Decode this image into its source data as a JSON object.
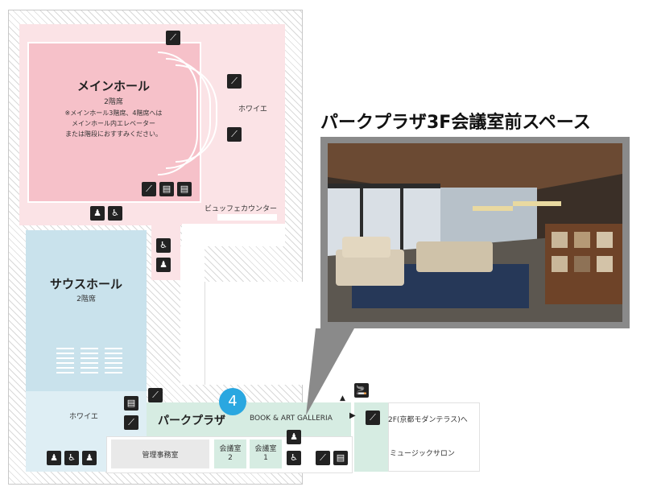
{
  "main_hall": {
    "title": "メインホール",
    "floor": "2階席",
    "note_lines": [
      "※メインホール3階席、4階席へは",
      "メインホール内エレベーター",
      "または階段におすすみください。"
    ]
  },
  "labels": {
    "foyer_upper": "ホワイエ",
    "buffet_counter": "ビュッフェカウンター",
    "foyer_lower": "ホワイエ",
    "office": "管理事務室",
    "meeting_room_2_line1": "会議室",
    "meeting_room_2_line2": "2",
    "meeting_room_1_line1": "会議室",
    "meeting_room_1_line2": "1",
    "park_plaza": "パークプラザ",
    "book_art": "BOOK & ART GALLERIA",
    "to_2f": "2F(京都モダンテラス)へ",
    "music_salon": "ミュージックサロン"
  },
  "south_hall": {
    "title": "サウスホール",
    "floor": "2階席"
  },
  "marker": {
    "number": "4"
  },
  "callout": {
    "title": "パークプラザ3F会議室前スペース"
  },
  "colors": {
    "pink_area": "#fbe3e6",
    "main_hall": "#f6c1c9",
    "south_hall": "#c9e2ec",
    "corridor": "#d6ece2",
    "marker": "#2aa7e0"
  },
  "icons": [
    "escalator-icon",
    "elevator-icon",
    "restroom-icon",
    "accessible-restroom-icon",
    "smoking-area-icon"
  ]
}
